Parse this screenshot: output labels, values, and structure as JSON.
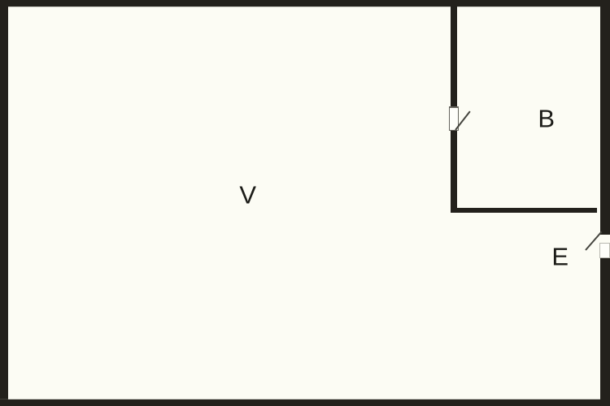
{
  "diagram": {
    "type": "floor-plan",
    "colors": {
      "bg": "#FCFCF4",
      "wall": "#23211C",
      "line": "#44443E",
      "label": "#1C1C18"
    },
    "rooms": [
      {
        "label": "V"
      },
      {
        "label": "B"
      },
      {
        "label": "E"
      }
    ]
  }
}
